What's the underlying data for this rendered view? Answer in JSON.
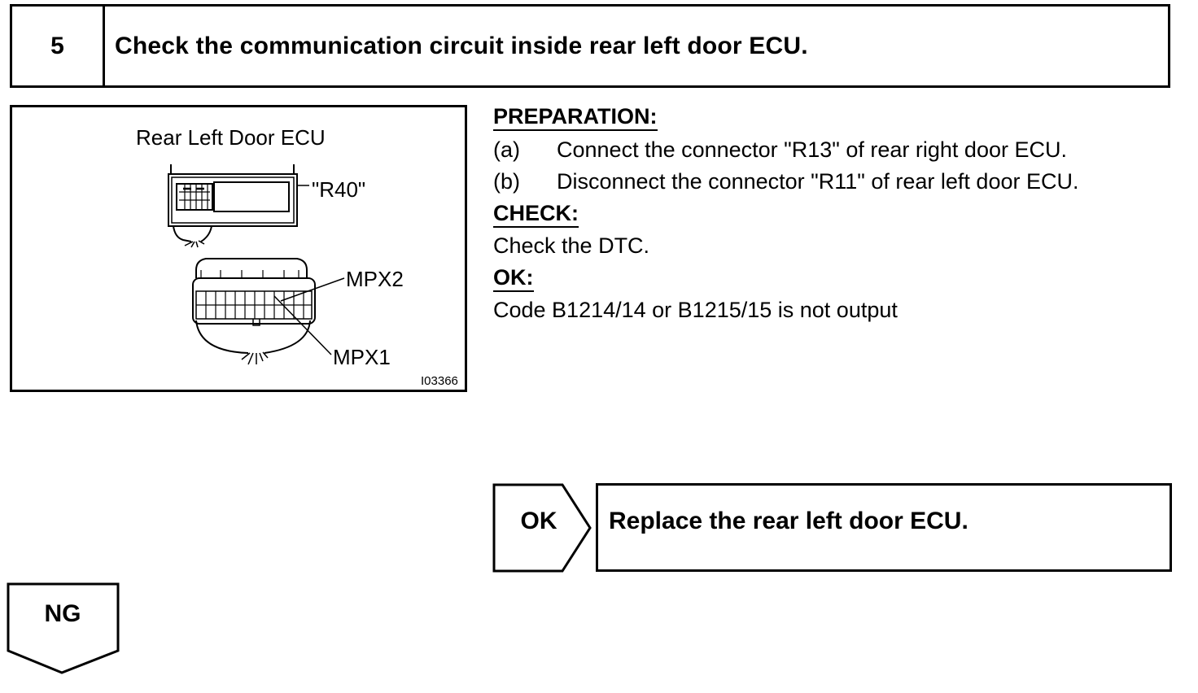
{
  "step": {
    "number": "5",
    "title": "Check the communication circuit inside rear left door ECU."
  },
  "diagram": {
    "title": "Rear Left Door ECU",
    "connector_label": "\"R40\"",
    "pin_labels": [
      "MPX2",
      "MPX1"
    ],
    "figure_code": "I03366"
  },
  "instructions": {
    "preparation_heading": "PREPARATION:",
    "steps": [
      {
        "letter": "(a)",
        "text": "Connect the connector \"R13\" of rear right door ECU."
      },
      {
        "letter": "(b)",
        "text": "Disconnect the connector \"R11\" of rear left door ECU."
      }
    ],
    "check_heading": "CHECK:",
    "check_text": "Check the DTC.",
    "ok_heading": "OK:",
    "ok_text": "Code B1214/14 or B1215/15 is not output"
  },
  "results": {
    "ok_label": "OK",
    "ok_action": "Replace the rear left door ECU.",
    "ng_label": "NG"
  }
}
